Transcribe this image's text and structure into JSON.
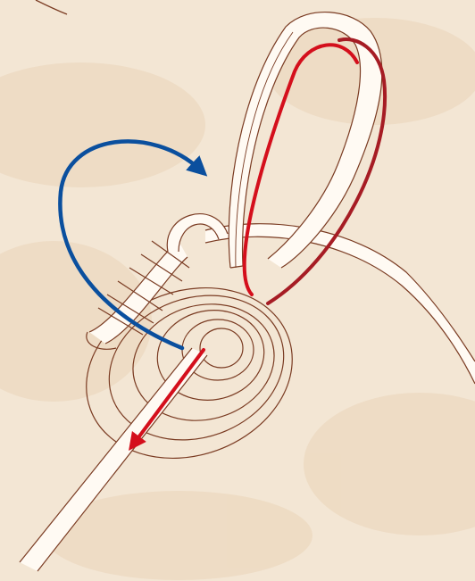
{
  "diagram": {
    "subject": "knot-tying step",
    "colors": {
      "background": "#f3e6d4",
      "background_mottle": "#ead4b8",
      "rope_fill": "#fffaf3",
      "rope_outline": "#7a3b22",
      "working_end_arrow": "#d40f1c",
      "working_end_shadow": "#a61c24",
      "wrap_direction_arrow": "#0a4f9e"
    },
    "arrows": [
      {
        "role": "wrap-direction",
        "color": "blue"
      },
      {
        "role": "pull-working-end",
        "color": "red"
      }
    ]
  }
}
